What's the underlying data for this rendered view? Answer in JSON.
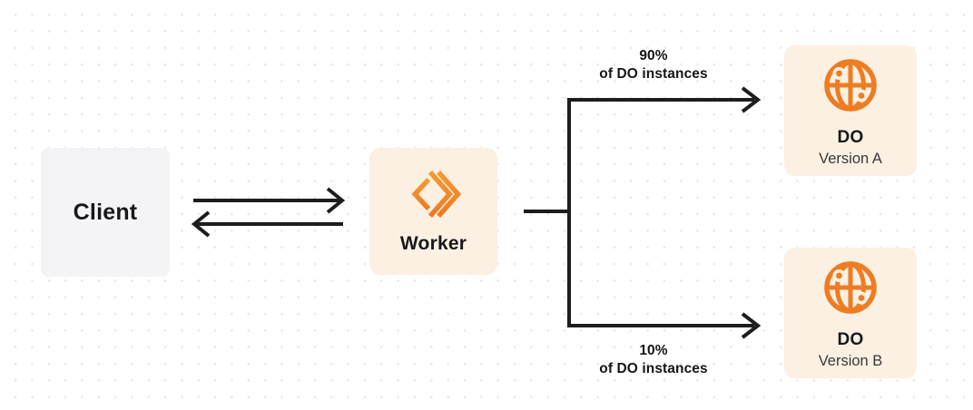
{
  "nodes": {
    "client": {
      "label": "Client"
    },
    "worker": {
      "label": "Worker"
    },
    "do_version_a": {
      "title": "DO",
      "subtitle": "Version A"
    },
    "do_version_b": {
      "title": "DO",
      "subtitle": "Version B"
    }
  },
  "edge_labels": {
    "to_version_a": {
      "percent": "90%",
      "caption": "of DO instances"
    },
    "to_version_b": {
      "percent": "10%",
      "caption": "of DO instances"
    }
  },
  "edges": {
    "client_worker": "bidirectional arrows",
    "worker_split": "one-to-two branch with percentage split"
  },
  "icons": {
    "worker": "workers-chevrons-icon",
    "durable_object": "globe-icon"
  },
  "colors": {
    "accent_orange": "#EE7C23",
    "accent_orange_light": "#F59B33",
    "cream_node_bg": "#FBF0E2",
    "gray_node_bg": "#F4F4F6",
    "connector_dark": "#1D1D1F",
    "dot_grid": "#E8E8EA"
  }
}
